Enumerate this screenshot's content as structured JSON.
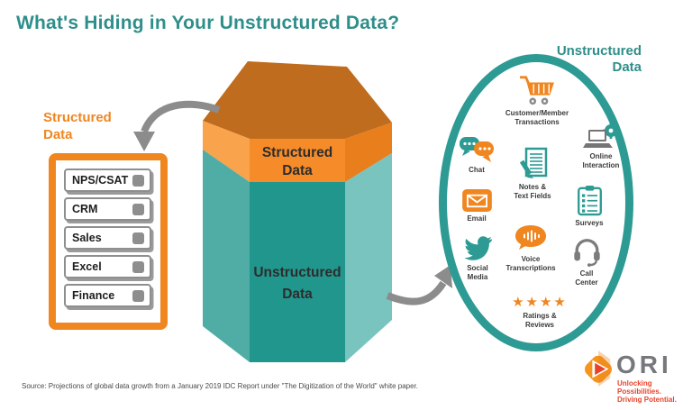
{
  "title": "What's Hiding in Your Unstructured Data?",
  "structured": {
    "label_line1": "Structured",
    "label_line2": "Data",
    "items": [
      {
        "label": "NPS/CSAT"
      },
      {
        "label": "CRM"
      },
      {
        "label": "Sales"
      },
      {
        "label": "Excel"
      },
      {
        "label": "Finance"
      }
    ]
  },
  "hexagon": {
    "structured_line1": "Structured",
    "structured_line2": "Data",
    "unstructured_line1": "Unstructured",
    "unstructured_line2": "Data"
  },
  "unstructured": {
    "label_line1": "Unstructured",
    "label_line2": "Data",
    "sources": [
      {
        "icon": "cart-icon",
        "label1": "Customer/Member",
        "label2": "Transactions"
      },
      {
        "icon": "chat-icon",
        "label1": "Chat",
        "label2": ""
      },
      {
        "icon": "laptop-icon",
        "label1": "Online",
        "label2": "Interaction"
      },
      {
        "icon": "notes-icon",
        "label1": "Notes &",
        "label2": "Text Fields"
      },
      {
        "icon": "email-icon",
        "label1": "Email",
        "label2": ""
      },
      {
        "icon": "surveys-icon",
        "label1": "Surveys",
        "label2": ""
      },
      {
        "icon": "twitter-bird-icon",
        "label1": "Social",
        "label2": "Media"
      },
      {
        "icon": "voice-bubble-icon",
        "label1": "Voice",
        "label2": "Transcriptions"
      },
      {
        "icon": "headset-icon",
        "label1": "Call",
        "label2": "Center"
      },
      {
        "icon": "stars-icon",
        "label1": "Ratings &",
        "label2": "Reviews",
        "stars": "★★★★"
      }
    ]
  },
  "footnote": "Source: Projections of global data growth from a January 2019 IDC Report under \"The Digitization of the World\" white paper.",
  "logo": {
    "name": "ORI",
    "tagline_line1": "Unlocking Possibilities.",
    "tagline_line2": "Driving Potential."
  },
  "colors": {
    "teal": "#2E9A94",
    "teal_text": "#2E8F8A",
    "orange": "#F0861F",
    "hex_top": "#C06C1E",
    "arrow_gray": "#8C8C8C",
    "logo_gray": "#77787B",
    "logo_red": "#E8432A"
  }
}
